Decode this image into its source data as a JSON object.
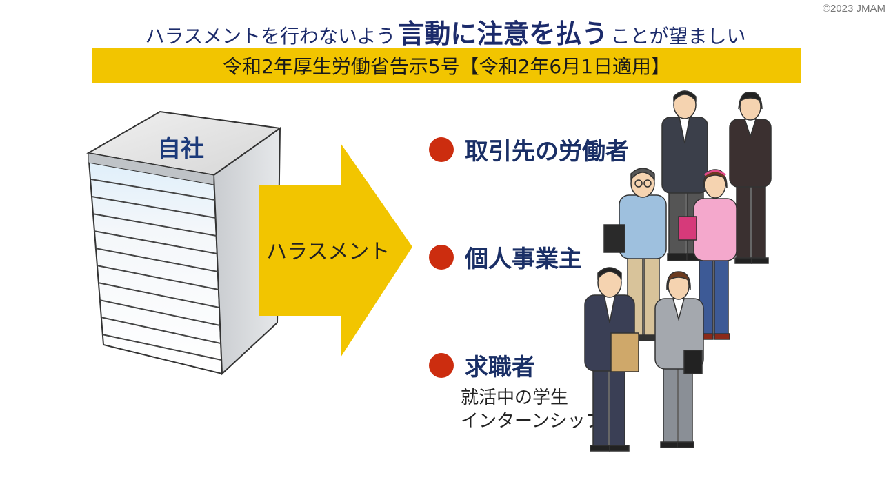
{
  "copyright": "©2023 JMAM",
  "headline": {
    "prefix": "ハラスメントを行わないよう",
    "emphasis": "言動に注意を払う",
    "suffix": "ことが望ましい"
  },
  "banner": "令和2年厚生労働省告示5号【令和2年6月1日適用】",
  "building_label": "自社",
  "arrow_label": "ハラスメント",
  "targets": [
    {
      "label": "取引先の労働者"
    },
    {
      "label": "個人事業主"
    },
    {
      "label": "求職者",
      "sub": [
        "就活中の学生",
        "インターンシップ"
      ]
    }
  ],
  "colors": {
    "banner": "#f2c500",
    "arrow": "#f2c500",
    "bullet": "#cc2d0f",
    "text": "#1c2b6b"
  }
}
